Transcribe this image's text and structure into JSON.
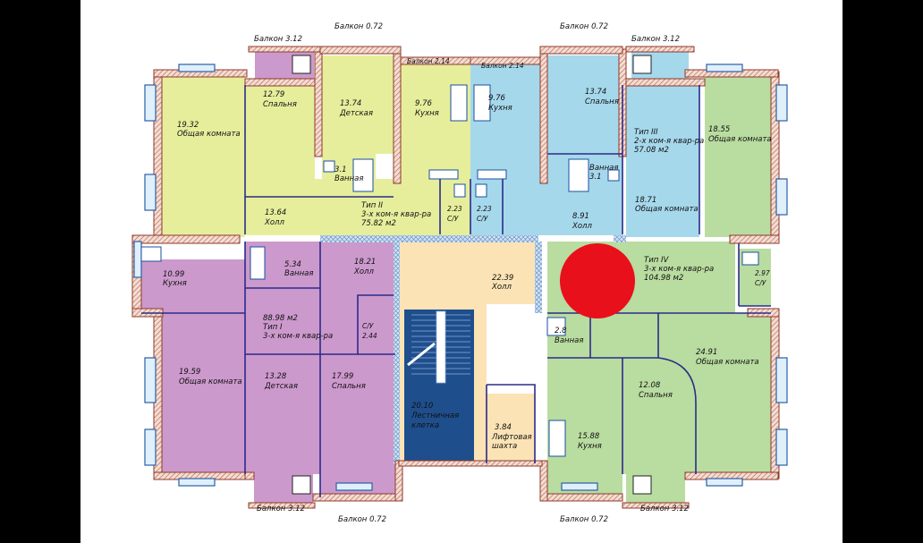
{
  "balconies": [
    {
      "label": "Балкон  3.12"
    },
    {
      "label": "Балкон  0.72"
    },
    {
      "label": "Балкон  0.72"
    },
    {
      "label": "Балкон  3.12"
    },
    {
      "label": "Балкон  2.14"
    },
    {
      "label": "Балкон  2.14"
    },
    {
      "label": "Балкон  3.12"
    },
    {
      "label": "Балкон  0.72"
    },
    {
      "label": "Балкон  0.72"
    },
    {
      "label": "Балкон  3.12"
    }
  ],
  "rooms": {
    "tl_living": {
      "area": "19.32",
      "name": "Общая комната"
    },
    "tl_bedroom": {
      "area": "12.79",
      "name": "Спальня"
    },
    "tl_kids": {
      "area": "13.74",
      "name": "Детская"
    },
    "tl_kitchen": {
      "area": "9.76",
      "name": "Кухня"
    },
    "tl_bath": {
      "area": "3.1",
      "name": "Ванная"
    },
    "tl_hall": {
      "area": "13.64",
      "name": "Холл"
    },
    "tl_wc": {
      "area": "2.23",
      "name": "С/У"
    },
    "tr_wc": {
      "area": "2.23",
      "name": "С/У"
    },
    "tr_kitchen": {
      "area": "9.76",
      "name": "Кухня"
    },
    "tr_bedroom": {
      "area": "13.74",
      "name": "Спальня"
    },
    "tr_bath": {
      "area": "3.1",
      "name": "Ванная"
    },
    "tr_living": {
      "area": "18.71",
      "name": "Общая комната"
    },
    "tr_hall": {
      "area": "8.91",
      "name": "Холл"
    },
    "tr2_living": {
      "area": "18.55",
      "name": "Общая комната"
    },
    "l_kitchen": {
      "area": "10.99",
      "name": "Кухня"
    },
    "l_bath": {
      "area": "5.34",
      "name": "Ванная"
    },
    "l_hall": {
      "area": "18.21",
      "name": "Холл"
    },
    "l_wc": {
      "area": "2.44",
      "name": "С/У"
    },
    "bl_living": {
      "area": "19.59",
      "name": "Общая комната"
    },
    "bl_kids": {
      "area": "13.28",
      "name": "Детская"
    },
    "bl_bedroom": {
      "area": "17.99",
      "name": "Спальня"
    },
    "c_hall": {
      "area": "22.39",
      "name": "Холл"
    },
    "stair": {
      "area": "20.10",
      "name": "Лестничная",
      "name2": "клетка"
    },
    "lift": {
      "area": "3.84",
      "name": "Лифтовая",
      "name2": "шахта"
    },
    "r_wc": {
      "area": "2.97",
      "name": "С/У"
    },
    "r_bath": {
      "area": "2.8",
      "name": "Ванная"
    },
    "r_living": {
      "area": "24.91",
      "name": "Общая комната"
    },
    "r_bedroom": {
      "area": "12.08",
      "name": "Спальня"
    },
    "r_kitchen": {
      "area": "15.88",
      "name": "Кухня"
    }
  },
  "apartments": {
    "type1": {
      "area": "88.98 м2",
      "type": "Тип I",
      "desc": "3-х ком-я квар-ра"
    },
    "type2": {
      "type": "Тип II",
      "desc": "3-х ком-я квар-ра",
      "area": "75.82 м2"
    },
    "type3": {
      "type": "Тип III",
      "desc": "2-х ком-я квар-ра",
      "area": "57.08 м2"
    },
    "type4": {
      "type": "Тип IV",
      "desc": "3-х ком-я квар-ра",
      "area": "104.98 м2"
    }
  },
  "colors": {
    "type1": "#cc99cc",
    "type2": "#e6ee9c",
    "type3": "#a6d8ec",
    "type4": "#b9dca0",
    "core_hall": "#fbe3b5",
    "stair": "#1f4e8c",
    "wall": "#c9876a",
    "marker": "#e8101a"
  }
}
